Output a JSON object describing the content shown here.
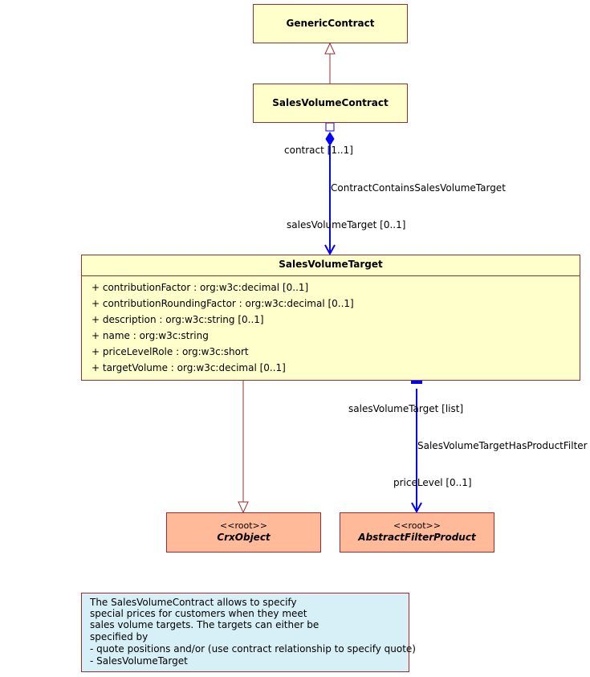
{
  "classes": {
    "generic_contract": "GenericContract",
    "sales_volume_contract": "SalesVolumeContract",
    "sales_volume_target": "SalesVolumeTarget",
    "crx_object": {
      "stereotype": "<<root>>",
      "name": "CrxObject"
    },
    "abstract_filter_product": {
      "stereotype": "<<root>>",
      "name": "AbstractFilterProduct"
    }
  },
  "attributes": [
    "+ contributionFactor : org:w3c:decimal [0..1]",
    "+ contributionRoundingFactor : org:w3c:decimal [0..1]",
    "+ description : org:w3c:string [0..1]",
    "+ name : org:w3c:string",
    "+ priceLevelRole : org:w3c:short",
    "+ targetVolume : org:w3c:decimal [0..1]"
  ],
  "associations": {
    "contract_role": "contract [1..1]",
    "contract_assoc_name": "ContractContainsSalesVolumeTarget",
    "target_role": "salesVolumeTarget [0..1]",
    "filter_source_role": "salesVolumeTarget [list]",
    "filter_assoc_name": "SalesVolumeTargetHasProductFilter",
    "filter_target_role": "priceLevel [0..1]"
  },
  "note": {
    "lines": [
      "The SalesVolumeContract allows to specify",
      "special prices for customers when they meet",
      "sales volume targets. The targets can either be",
      "specified by",
      "- quote positions and/or (use contract relationship to specify quote)",
      "- SalesVolumeTarget"
    ]
  },
  "colors": {
    "class_fill": "#ffffcc",
    "root_fill": "#ffbb99",
    "note_fill": "#d7eff7",
    "border": "#9b2c2c",
    "association": "#0000ff",
    "generalization": "#9b2c2c"
  }
}
